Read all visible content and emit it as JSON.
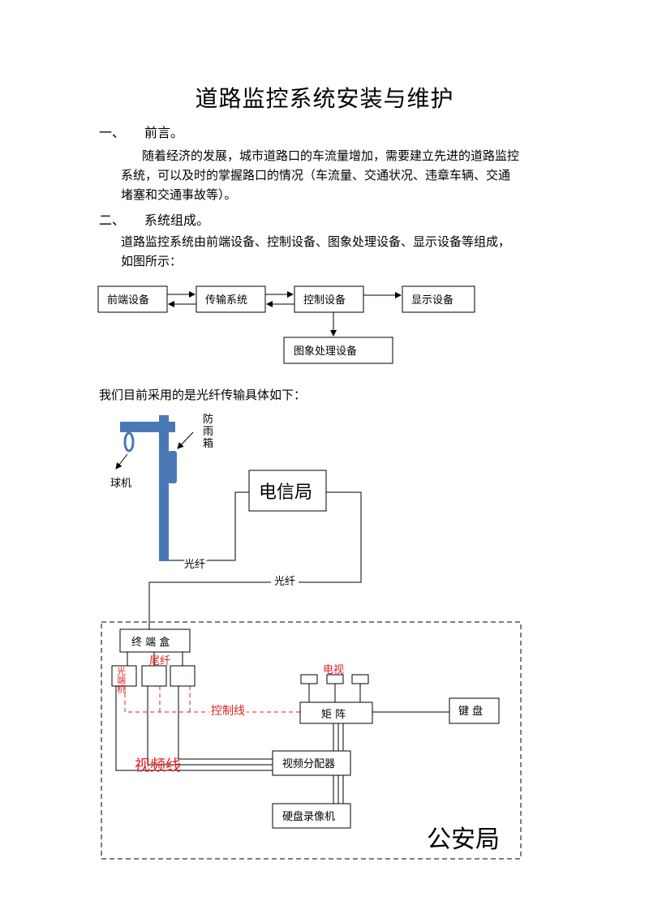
{
  "doc": {
    "title": "道路监控系统安装与维护",
    "section1": {
      "num": "一、",
      "heading": "前言。"
    },
    "para1": {
      "line1": "随着经济的发展，城市道路口的车流量增加，需要建立先进的道路监控",
      "line2": "系统，可以及时的掌握路口的情况（车流量、交通状况、违章车辆、交通",
      "line3": "堵塞和交通事故等）。"
    },
    "section2": {
      "num": "二、",
      "heading": "系统组成。"
    },
    "para2": {
      "line1": "道路监控系统由前端设备、控制设备、图象处理设备、显示设备等组成，",
      "line2": "如图所示："
    },
    "para3": "我们目前采用的是光纤传输具体如下："
  },
  "block_diagram": {
    "front": "前端设备",
    "transmit": "传输系统",
    "control": "控制设备",
    "display": "显示设备",
    "image": "图象处理设备"
  },
  "install_diagram": {
    "rain_box": "防雨箱",
    "dome": "球机",
    "telecom": "电信局",
    "fiber_left": "光纤",
    "fiber_mid": "光纤",
    "terminal_box": "终 端 盒",
    "fiber_red": "尾纤",
    "optical_end": "光端机",
    "tv": "电视",
    "control_line": "控制线",
    "matrix": "矩   阵",
    "keyboard": "键   盘",
    "video_line": "视频线",
    "video_dist": "视频分配器",
    "dvr": "硬盘录像机",
    "police": "公安局"
  },
  "colors": {
    "pole": "#4a78b6",
    "red": "#e02020"
  }
}
